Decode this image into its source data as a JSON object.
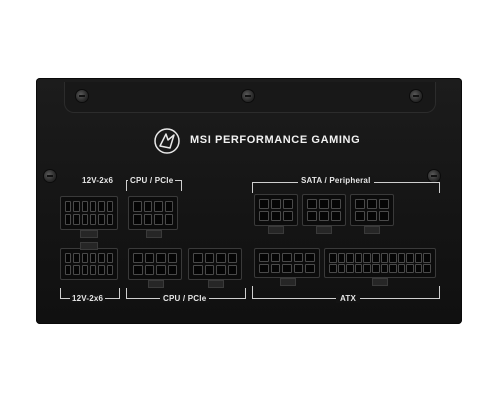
{
  "brand": {
    "name": "MSI PERFORMANCE GAMING",
    "logo_icon": "msi-dragon-logo-icon"
  },
  "labels": {
    "top_left": "12V-2x6",
    "top_cpu": "CPU / PCIe",
    "top_sata": "SATA / Peripheral",
    "bottom_left": "12V-2x6",
    "bottom_cpu": "CPU / PCIe",
    "bottom_atx": "ATX"
  },
  "colors": {
    "panel": "#161616",
    "text": "#e6e6e6",
    "background": "#ffffff"
  }
}
